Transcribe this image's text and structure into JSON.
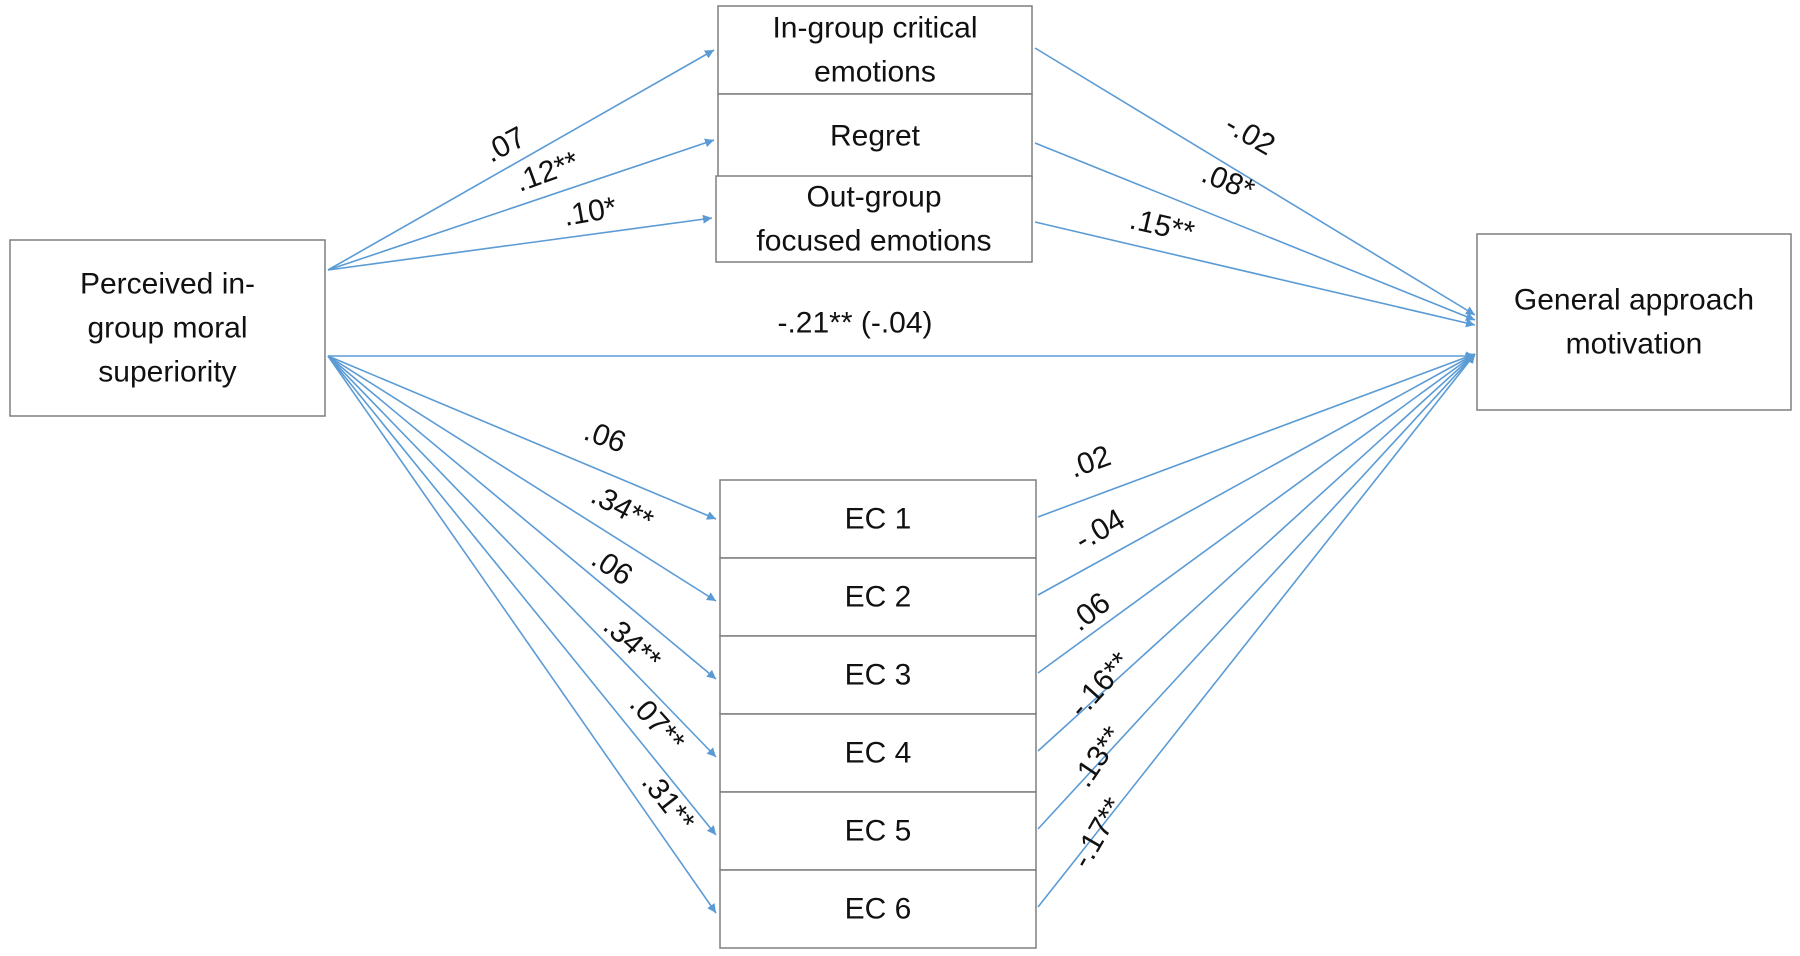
{
  "colors": {
    "arrow": "#5b9bd5",
    "box_border": "#7f7f7f",
    "text": "#111111"
  },
  "predictor": {
    "lines": [
      "Perceived in-",
      "group moral",
      "superiority"
    ]
  },
  "outcome": {
    "lines": [
      "General approach",
      "motivation"
    ]
  },
  "mediators_top": [
    {
      "lines": [
        "In-group critical",
        "emotions"
      ],
      "a": ".07",
      "b": "-.02"
    },
    {
      "lines": [
        "Regret"
      ],
      "a": ".12**",
      "b": ".08*"
    },
    {
      "lines": [
        "Out-group",
        "focused emotions"
      ],
      "a": ".10*",
      "b": ".15**"
    }
  ],
  "direct_effect": "-.21** (-.04)",
  "mediators_bottom": [
    {
      "label": "EC 1",
      "a": ".06",
      "b": ".02"
    },
    {
      "label": "EC 2",
      "a": ".34**",
      "b": "-.04"
    },
    {
      "label": "EC 3",
      "a": ".06",
      "b": ".06"
    },
    {
      "label": "EC 4",
      "a": ".34**",
      "b": "-.16**"
    },
    {
      "label": "EC 5",
      "a": ".07**",
      "b": ".13**"
    },
    {
      "label": "EC 6",
      "a": ".31**",
      "b": "-.17**"
    }
  ]
}
